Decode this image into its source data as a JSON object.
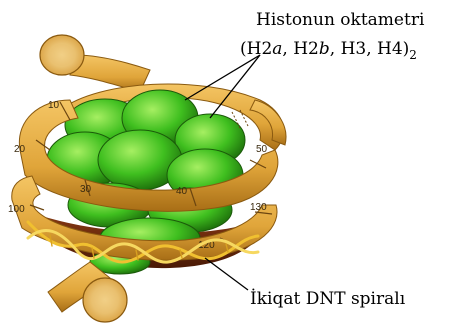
{
  "labels": {
    "octamer_line1": "Histonun oktametri",
    "octamer_line2_prefix": "(H2",
    "octamer_line2_a": "a",
    "octamer_line2_mid": ", H2",
    "octamer_line2_b": "b",
    "octamer_line2_rest": ", H3, H4)",
    "octamer_subscript": "2",
    "dna": "İkiqat DNT spiralı"
  },
  "ribbon_ticks": [
    "10",
    "20",
    "30",
    "40",
    "50",
    "100",
    "130",
    "120"
  ],
  "colors": {
    "ribbon": "#e0a53a",
    "ribbon_dark": "#a86e16",
    "histone": "#3fbf1f",
    "histone_dark": "#1f7a0c",
    "dna_strand": "#f0c030",
    "dna_core": "#6b2c10"
  }
}
